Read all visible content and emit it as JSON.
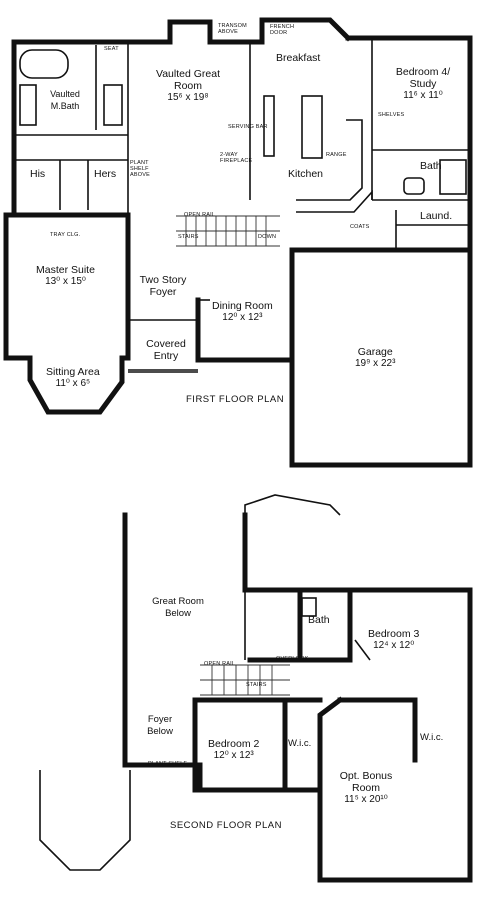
{
  "first_floor": {
    "caption": "FIRST FLOOR PLAN",
    "rooms": {
      "great_room": {
        "name": "Vaulted Great Room",
        "dims": "15⁶ x 19⁸"
      },
      "breakfast": {
        "name": "Breakfast",
        "dims": ""
      },
      "bedroom4": {
        "name": "Bedroom 4/ Study",
        "dims": "11⁶ x 11⁰"
      },
      "master_bath": {
        "name": "Vaulted M.Bath",
        "dims": ""
      },
      "his": {
        "name": "His",
        "dims": ""
      },
      "hers": {
        "name": "Hers",
        "dims": ""
      },
      "master_suite": {
        "name": "Master Suite",
        "dims": "13⁰ x 15⁰"
      },
      "sitting_area": {
        "name": "Sitting Area",
        "dims": "11⁰ x 6⁵"
      },
      "kitchen": {
        "name": "Kitchen",
        "dims": ""
      },
      "bath": {
        "name": "Bath",
        "dims": ""
      },
      "laundry": {
        "name": "Laund.",
        "dims": ""
      },
      "foyer": {
        "name": "Two Story Foyer",
        "dims": ""
      },
      "dining": {
        "name": "Dining Room",
        "dims": "12⁰ x 12³"
      },
      "entry": {
        "name": "Covered Entry",
        "dims": ""
      },
      "garage": {
        "name": "Garage",
        "dims": "19⁹ x 22³"
      }
    },
    "notes": {
      "transom": "TRANSOM ABOVE",
      "french_door": "FRENCH DOOR",
      "seat": "SEAT",
      "shelves": "SHELVES",
      "tray_clg": "TRAY CLG.",
      "plant_shelf": "PLANT SHELF ABOVE",
      "serving_bar": "SERVING BAR",
      "two_way": "2-WAY FIREPLACE",
      "range": "RANGE",
      "coats": "COATS",
      "open_rail": "OPEN RAIL",
      "stairs": "STAIRS",
      "down": "DOWN"
    }
  },
  "second_floor": {
    "caption": "SECOND FLOOR PLAN",
    "rooms": {
      "great_room_below": {
        "name": "Great Room Below",
        "dims": ""
      },
      "bath": {
        "name": "Bath",
        "dims": ""
      },
      "bedroom3": {
        "name": "Bedroom 3",
        "dims": "12⁴ x 12⁰"
      },
      "foyer_below": {
        "name": "Foyer Below",
        "dims": ""
      },
      "bedroom2": {
        "name": "Bedroom 2",
        "dims": "12⁰ x 12³"
      },
      "wic1": {
        "name": "W.i.c.",
        "dims": ""
      },
      "wic2": {
        "name": "W.i.c.",
        "dims": ""
      },
      "bonus": {
        "name": "Opt. Bonus Room",
        "dims": "11⁵ x 20¹⁰"
      }
    },
    "notes": {
      "plant_shelf": "PLANT SHELF",
      "open_rail": "OPEN RAIL",
      "stairs": "STAIRS",
      "overlook": "OVERLOOK"
    }
  }
}
